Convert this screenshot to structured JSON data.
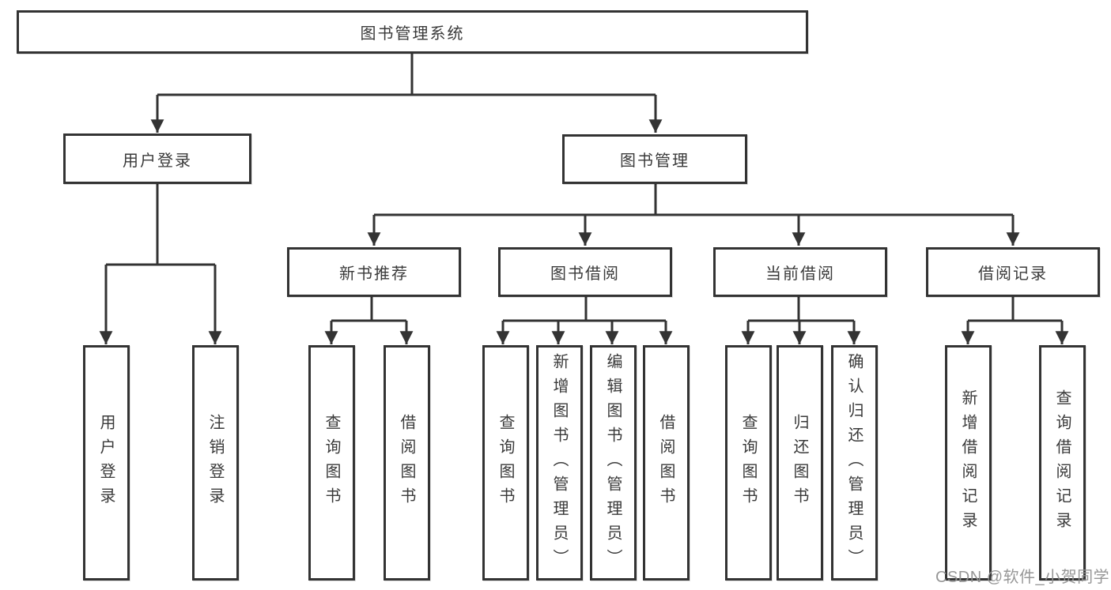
{
  "diagram_title": "图书管理系统",
  "nodes": {
    "root": {
      "label": "图书管理系统"
    },
    "user_login": {
      "label": "用户登录"
    },
    "book_mgmt": {
      "label": "图书管理"
    },
    "new_book_rec": {
      "label": "新书推荐"
    },
    "book_borrow": {
      "label": "图书借阅"
    },
    "current_borrow": {
      "label": "当前借阅"
    },
    "borrow_records": {
      "label": "借阅记录"
    },
    "leaf_user_login": {
      "label": "用户登录"
    },
    "leaf_logout": {
      "label": "注销登录"
    },
    "leaf_query_book_rec": {
      "label": "查询图书"
    },
    "leaf_borrow_book_rec": {
      "label": "借阅图书"
    },
    "leaf_query_book_borrow": {
      "label": "查询图书"
    },
    "leaf_add_book": {
      "label": "新增图书（管理员）"
    },
    "leaf_edit_book": {
      "label": "编辑图书（管理员）"
    },
    "leaf_borrow_book_borrow": {
      "label": "借阅图书"
    },
    "leaf_query_book_current": {
      "label": "查询图书"
    },
    "leaf_return_book": {
      "label": "归还图书"
    },
    "leaf_confirm_return": {
      "label": "确认归还（管理员）"
    },
    "leaf_add_record": {
      "label": "新增借阅记录"
    },
    "leaf_query_record": {
      "label": "查询借阅记录"
    }
  },
  "tree": {
    "图书管理系统": {
      "用户登录": [
        "用户登录",
        "注销登录"
      ],
      "图书管理": {
        "新书推荐": [
          "查询图书",
          "借阅图书"
        ],
        "图书借阅": [
          "查询图书",
          "新增图书（管理员）",
          "编辑图书（管理员）",
          "借阅图书"
        ],
        "当前借阅": [
          "查询图书",
          "归还图书",
          "确认归还（管理员）"
        ],
        "借阅记录": [
          "新增借阅记录",
          "查询借阅记录"
        ]
      }
    }
  },
  "watermark": "CSDN @软件_小贺同学",
  "colors": {
    "line": "#333333",
    "box_border": "#333333",
    "text": "#3a3a3a",
    "watermark": "#919191",
    "background": "#ffffff"
  }
}
